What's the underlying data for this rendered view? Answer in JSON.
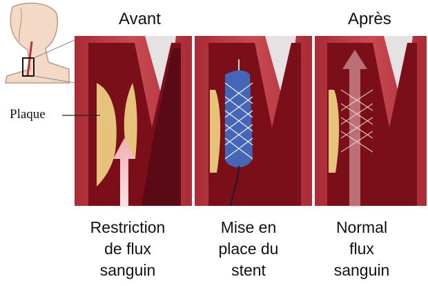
{
  "headers": {
    "before": "Avant",
    "after": "Après"
  },
  "plaque_label": "Plaque",
  "panels": [
    {
      "caption": "Restriction\nde flux\nsanguin"
    },
    {
      "caption": "Mise en\nplace du\nstent"
    },
    {
      "caption": "Normal\nflux\nsanguin"
    }
  ],
  "colors": {
    "wall_outer": "#b7323a",
    "wall_inner": "#d9868a",
    "lumen": "#7a0f1a",
    "lumen_dark": "#4e0810",
    "plaque": "#e7c27a",
    "arrow": "#f4c0c4",
    "stent": "#3f6fc9"
  }
}
